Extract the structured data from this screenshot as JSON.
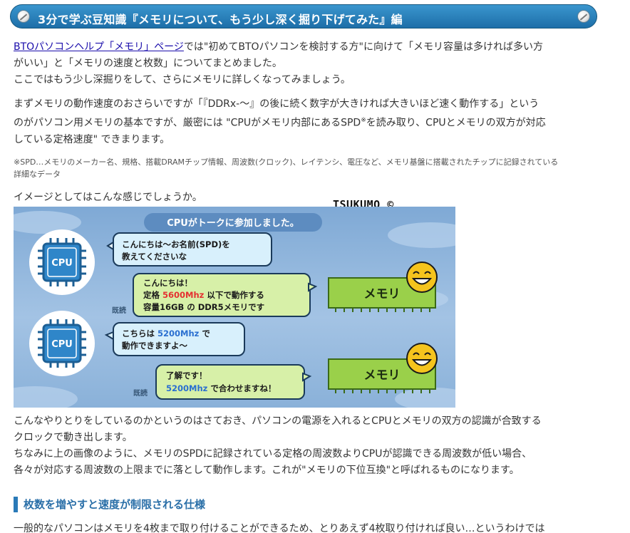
{
  "banner": {
    "title": "3分で学ぶ豆知識『メモリについて、もう少し深く掘り下げてみた』編"
  },
  "intro": {
    "link_text": "BTOパソコンヘルプ「メモリ」ページ",
    "line1_rest": "では\"初めてBTOパソコンを検討する方\"に向けて「メモリ容量は多ければ多い方",
    "line2": "がいい」と「メモリの速度と枚数」についてまとめました。",
    "line3": "ここではもう少し深掘りをして、さらにメモリに詳しくなってみましょう。"
  },
  "para2": {
    "line1": "まずメモリの動作速度のおさらいですが「『DDRx-～』の後に続く数字が大きければ大きいほど速く動作する」という",
    "line2_pre": "のがパソコン用メモリの基本ですが、厳密には \"CPUがメモリ内部にあるSPD",
    "note_mark": "※",
    "line2_post": "を読み取り、CPUとメモリの双方が対応",
    "line3": "している定格速度\" できまります。"
  },
  "footnote": {
    "line1": "※SPD…メモリのメーカー名、規格、搭載DRAMチップ情報、周波数(クロック)、レイテンシ、電圧など、メモリ基盤に搭載されたチップに記録されている",
    "line2": "詳細なデータ"
  },
  "image_intro": "イメージとしてはこんな感じでしょうか。",
  "credit": "TSUKUMO ©",
  "figure": {
    "header": "CPUがトークに参加しました。",
    "cpu_label": "CPU",
    "memory_label": "メモリ",
    "read_label": "既読",
    "bubble1": {
      "line1": "こんにちは～お名前(SPD)を",
      "line2": "教えてくださいな"
    },
    "bubble2": {
      "line1": "こんにちは！",
      "line2_pre": "定格 ",
      "line2_hl": "5600Mhz",
      "line2_post": " 以下で動作する",
      "line3": "容量16GB の DDR5メモリです"
    },
    "bubble3": {
      "line1_pre": "こちらは ",
      "line1_hl": "5200Mhz",
      "line1_post": " で",
      "line2": "動作できますよ～"
    },
    "bubble4": {
      "line1": "了解です！",
      "line2_hl": "5200Mhz",
      "line2_post": " で合わせますね！"
    },
    "colors": {
      "red": "#e53030",
      "blue": "#2a6fd0",
      "cpu_blue": "#2f86c9",
      "memory_green": "#9ad04a",
      "smiley": "#f5c41d"
    }
  },
  "para3": {
    "line1": "こんなやりとりをしているのかというのはさておき、パソコンの電源を入れるとCPUとメモリの双方の認識が合致する",
    "line2": "クロックで動き出します。",
    "line3": "ちなみに上の画像のように、メモリのSPDに記録されている定格の周波数よりCPUが認識できる周波数が低い場合、",
    "line4": "各々が対応する周波数の上限までに落として動作します。これが\"メモリの下位互換\"と呼ばれるものになります。"
  },
  "heading2": "枚数を増やすと速度が制限される仕様",
  "para4": "一般的なパソコンはメモリを4枚まで取り付けることができるため、とりあえず4枚取り付ければ良い…というわけでは"
}
